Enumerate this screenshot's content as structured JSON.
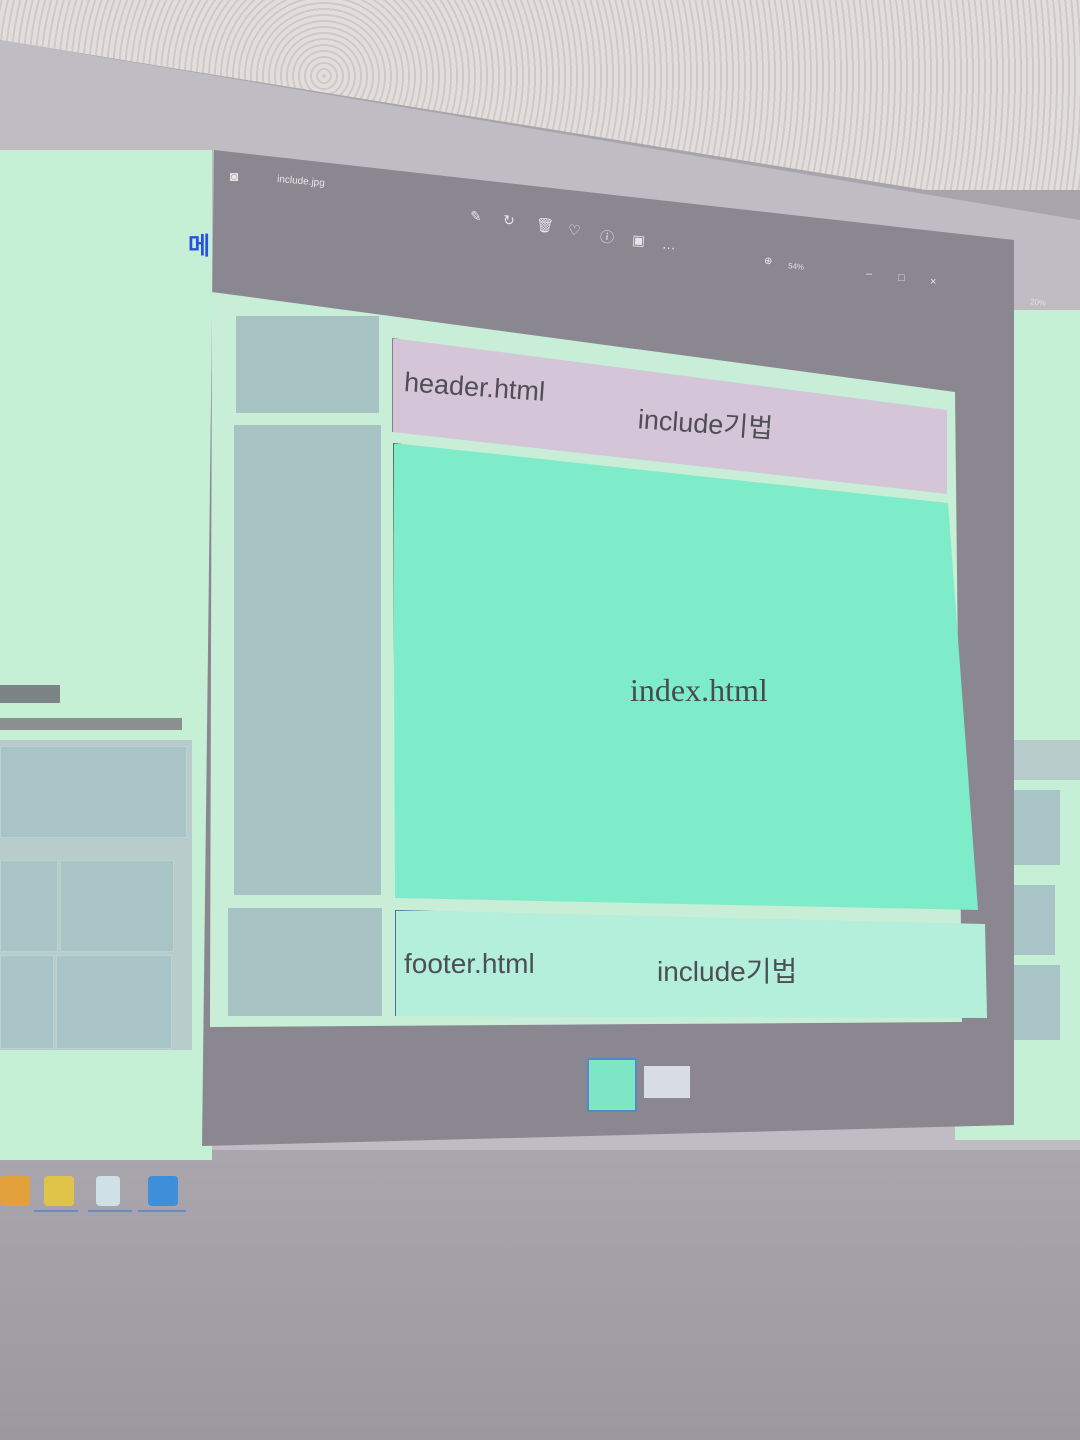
{
  "viewer": {
    "title": "include.jpg",
    "zoom": "54%",
    "zoom_secondary": "20%"
  },
  "diagram": {
    "header_label": "header.html",
    "header_tag": "include기법",
    "index_label": "index.html",
    "footer_label": "footer.html",
    "footer_tag": "include기법"
  },
  "left_window": {
    "title_fragment": "메"
  },
  "colors": {
    "header_fill": "#d4c6d8",
    "index_fill": "#7eecc9",
    "footer_fill": "#b3efda",
    "side_panel_fill": "#a8c3c4",
    "viewer_chrome": "#8a8790"
  },
  "icons": {
    "toolbar": [
      "edit-icon",
      "rotate-icon",
      "delete-icon",
      "favorite-icon",
      "info-icon",
      "slideshow-icon",
      "more-icon"
    ],
    "window": [
      "minimize-icon",
      "maximize-icon",
      "close-icon"
    ],
    "taskbar": [
      "chat-app-icon",
      "file-explorer-icon",
      "notes-app-icon",
      "photos-app-icon"
    ]
  }
}
